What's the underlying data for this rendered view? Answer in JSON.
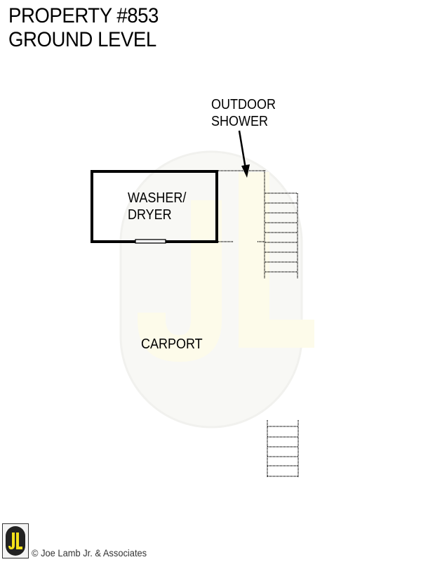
{
  "title": {
    "line1": "PROPERTY #853",
    "line2": "GROUND LEVEL"
  },
  "rooms": {
    "washer_dryer": {
      "line1": "WASHER/",
      "line2": "DRYER"
    },
    "carport": "CARPORT"
  },
  "annotations": {
    "outdoor_shower": {
      "line1": "OUTDOOR",
      "line2": "SHOWER"
    }
  },
  "footer": {
    "logo_text": "JL",
    "copyright": "© Joe Lamb Jr. & Associates"
  },
  "colors": {
    "wall": "#000000",
    "watermark_fill": "#f7f7f2",
    "watermark_letters": "#fdfbe8",
    "logo_yellow": "#f5e11a",
    "logo_dark": "#222222"
  }
}
